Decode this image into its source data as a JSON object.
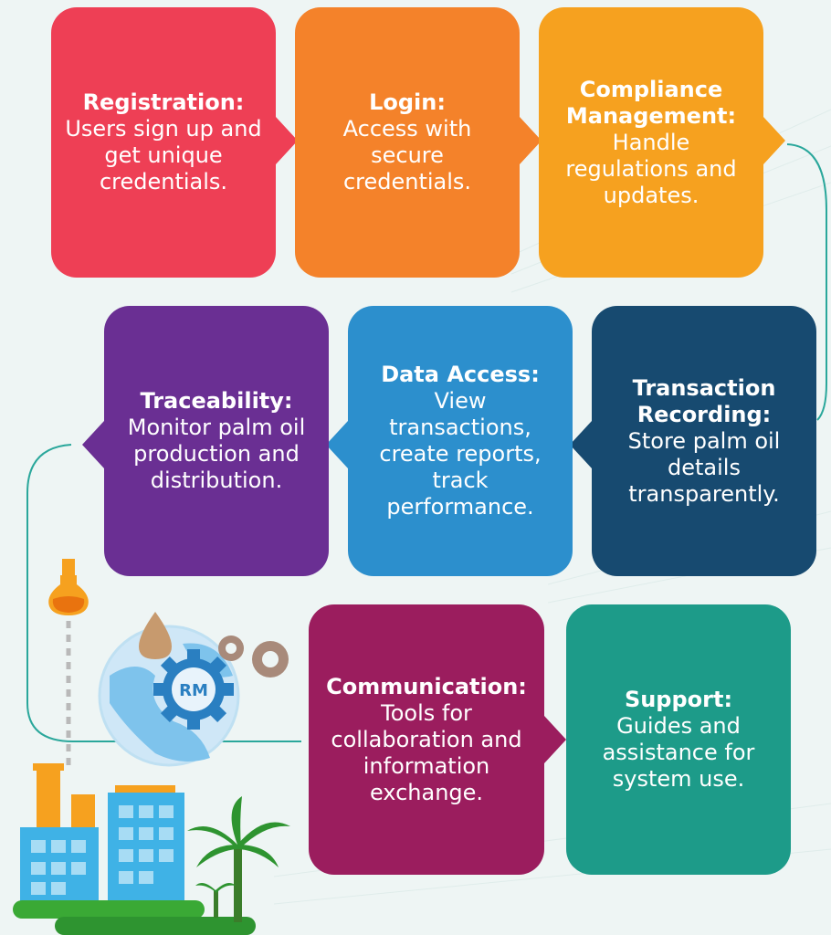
{
  "colors": {
    "registration": "#ee3f55",
    "login": "#f4822a",
    "compliance": "#f6a11f",
    "traceability": "#6a2f93",
    "data_access": "#2c8fcd",
    "transaction": "#174a70",
    "communication": "#9b1d5e",
    "support": "#1d9b89",
    "connector": "#2aa79b"
  },
  "steps": {
    "registration": {
      "title": "Registration:",
      "body": "Users sign up and get unique credentials."
    },
    "login": {
      "title": "Login:",
      "body": "Access with secure credentials."
    },
    "compliance": {
      "title": "Compliance Management:",
      "body": "Handle regulations and updates."
    },
    "transaction": {
      "title": "Transaction Recording:",
      "body": "Store palm oil details transparently."
    },
    "data_access": {
      "title": "Data Access:",
      "body": "View transactions, create reports, track performance."
    },
    "traceability": {
      "title": "Traceability:",
      "body": "Monitor palm oil production and distribution."
    },
    "communication": {
      "title": "Communication:",
      "body": "Tools for collaboration and information exchange."
    },
    "support": {
      "title": "Support:",
      "body": "Guides and assistance for system use."
    }
  },
  "illustration": {
    "gear_label": "RM",
    "icons": [
      "flask-icon",
      "globe-icon",
      "gear-icon",
      "oil-drop-icon",
      "factory-icon",
      "palm-tree-icon"
    ]
  }
}
